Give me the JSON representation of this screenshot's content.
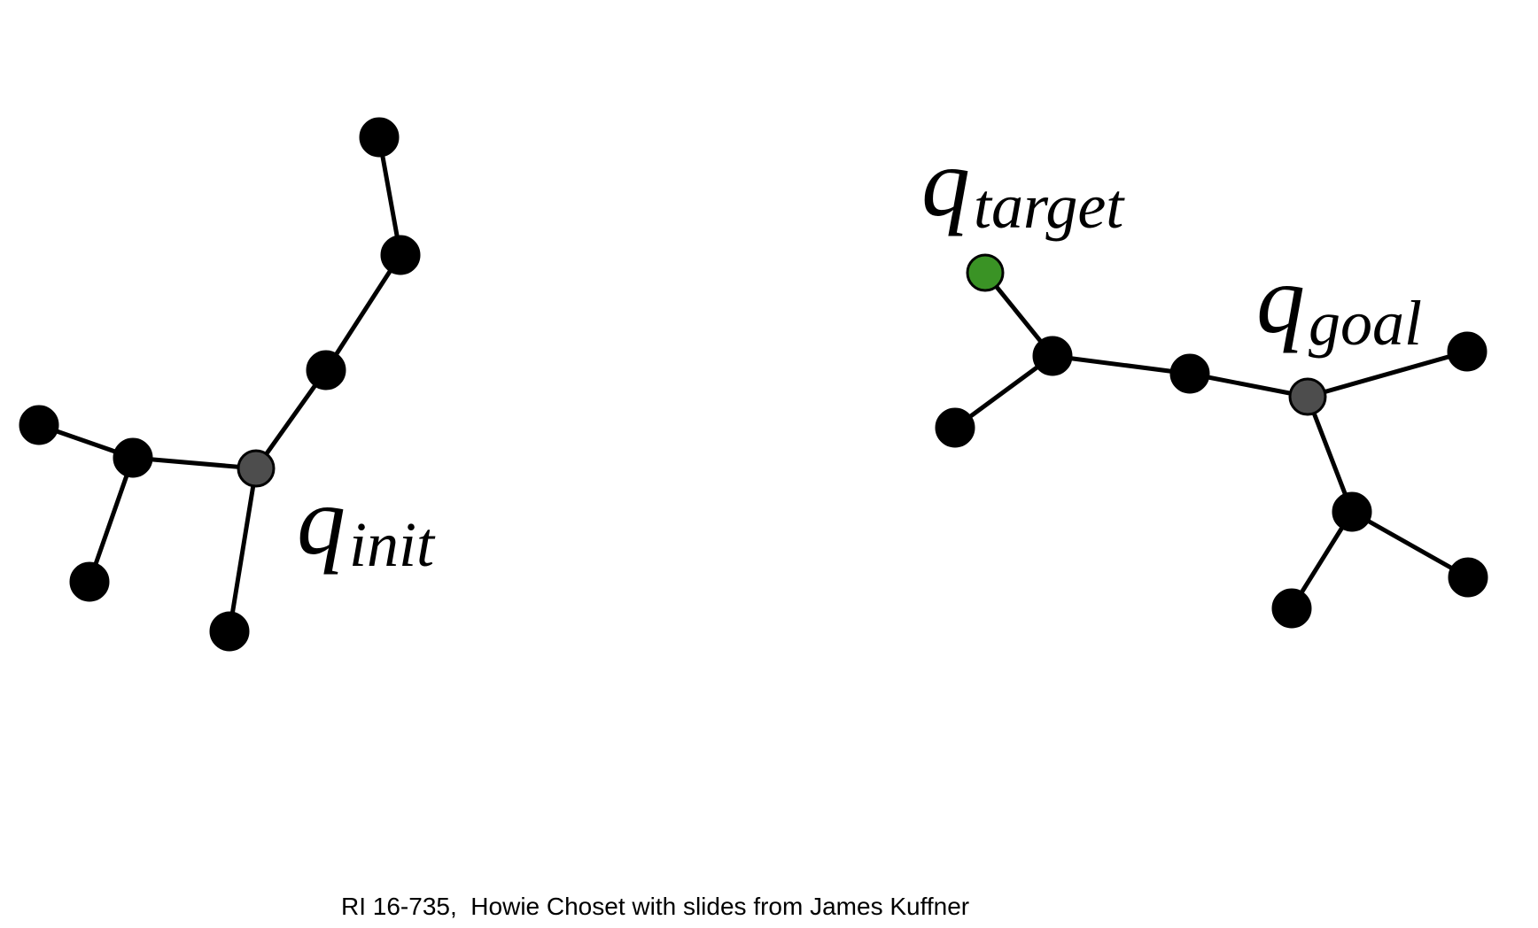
{
  "colors": {
    "node": "#000000",
    "root": "#4d4d4d",
    "target": "#3a9325",
    "edge": "#000000"
  },
  "labels": {
    "init": {
      "q": "q",
      "sub": "init"
    },
    "target": {
      "q": "q",
      "sub": "target"
    },
    "goal": {
      "q": "q",
      "sub": "goal"
    }
  },
  "footer": "RI 16-735,  Howie Choset with slides from James Kuffner"
}
